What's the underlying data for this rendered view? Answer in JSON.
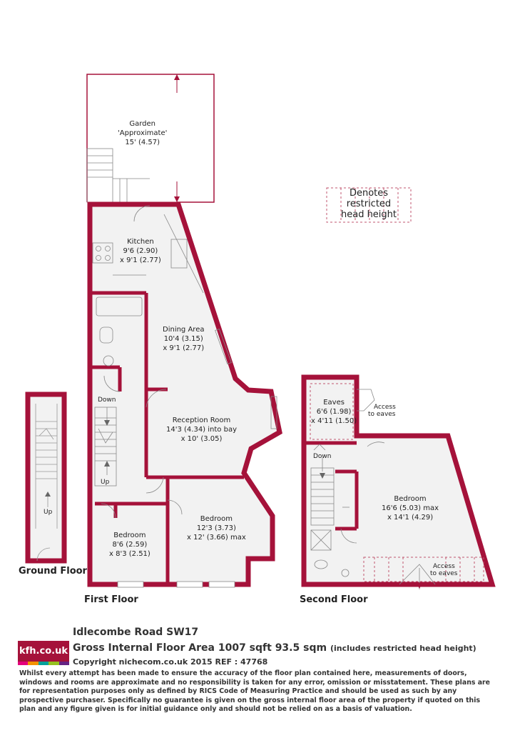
{
  "legend": {
    "line1": "Denotes restricted",
    "line2": "head height"
  },
  "rooms": {
    "garden": {
      "name": "Garden",
      "qualifier": "'Approximate'",
      "dims": "15' (4.57)"
    },
    "kitchen": {
      "name": "Kitchen",
      "dim1": "9'6 (2.90)",
      "dim2": "x 9'1 (2.77)"
    },
    "dining": {
      "name": "Dining Area",
      "dim1": "10'4 (3.15)",
      "dim2": "x 9'1 (2.77)"
    },
    "reception": {
      "name": "Reception Room",
      "dim1": "14'3 (4.34) into bay",
      "dim2": "x 10' (3.05)"
    },
    "bedroom_front": {
      "name": "Bedroom",
      "dim1": "12'3 (3.73)",
      "dim2": "x 12' (3.66) max"
    },
    "bedroom_small": {
      "name": "Bedroom",
      "dim1": "8'6 (2.59)",
      "dim2": "x 8'3 (2.51)"
    },
    "eaves": {
      "name": "Eaves",
      "dim1": "6'6 (1.98)",
      "dim2": "x 4'11 (1.50)"
    },
    "bedroom_top": {
      "name": "Bedroom",
      "dim1": "16'6 (5.03) max",
      "dim2": "x 14'1 (4.29)"
    }
  },
  "stairs": {
    "first_down": "Down",
    "first_up": "Up",
    "ground_up": "Up",
    "second_down": "Down"
  },
  "access": {
    "eaves_line1": "Access",
    "eaves_line2": "to eaves",
    "bedroom_line1": "Access",
    "bedroom_line2": "to eaves"
  },
  "floors": {
    "ground": "Ground Floor",
    "first": "First Floor",
    "second": "Second Floor"
  },
  "footer": {
    "address": "Idlecombe Road SW17",
    "area": "Gross Internal Floor Area 1007 sqft 93.5 sqm",
    "area_note": "(includes restricted head height)",
    "copyright": "Copyright nichecom.co.uk 2015 REF : 47768",
    "disclaimer": "Whilst every attempt has been made to ensure the accuracy of the floor plan contained here, measurements of doors, windows and rooms are approximate and no responsibility is taken for any error, omission or misstatement.  These plans are for representation purposes only as defined by RICS Code of Measuring Practice and should be used as such by any prospective purchaser.  Specifically no guarantee is given on the gross internal floor area of the property if quoted on this plan and any figure given is for initial guidance only and should not be relied on as a basis of valuation."
  },
  "logo": {
    "text": "kfh.co.uk",
    "stripe_colors": [
      "#e4007c",
      "#f39200",
      "#00a19a",
      "#95c11f",
      "#662483"
    ]
  },
  "colors": {
    "wall": "#a5123a",
    "floor": "#f2f2f2",
    "restricted": "#c0566f"
  }
}
